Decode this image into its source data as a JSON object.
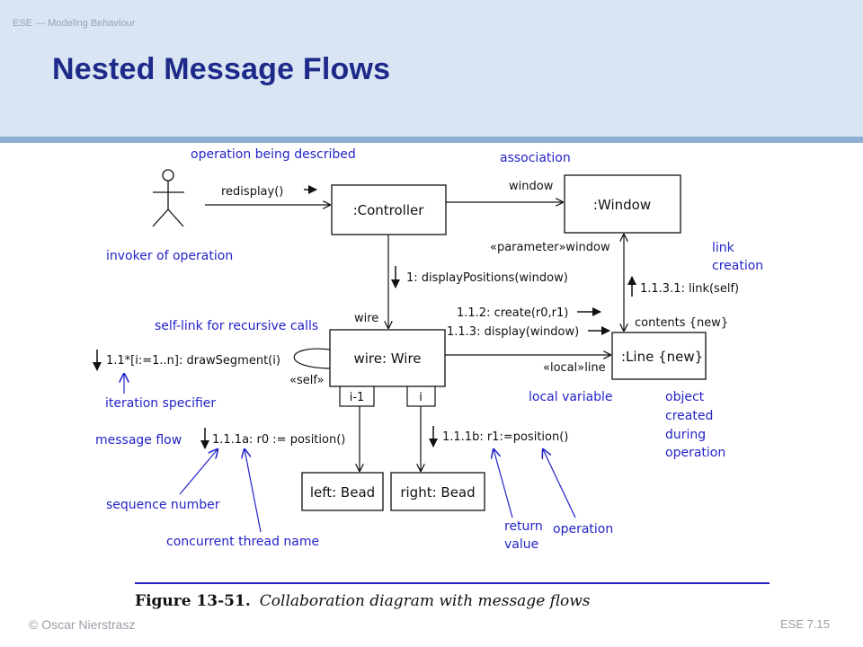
{
  "slide": {
    "course": "ESE — Modeling Behaviour",
    "title": "Nested Message Flows",
    "footer_left": "© Oscar Nierstrasz",
    "footer_right": "ESE 7.15"
  },
  "objects": {
    "controller": ":Controller",
    "window": ":Window",
    "wire": "wire: Wire",
    "line": ":Line",
    "line_tag": "{new}",
    "left_bead": "left: Bead",
    "right_bead": "right: Bead",
    "qualifier_left": "i-1",
    "qualifier_right": "i"
  },
  "messages": {
    "redisplay": "redisplay()",
    "display_positions": "1: displayPositions(window)",
    "draw_segment": "1.1*[i:=1..n]: drawSegment(i)",
    "position_a": "1.1.1a: r0 := position()",
    "position_b": "1.1.1b: r1:=position()",
    "create": "1.1.2: create(r0,r1)",
    "display": "1.1.3: display(window)",
    "link_self": "1.1.3.1: link(self)"
  },
  "link_labels": {
    "window_role": "window",
    "parameter_window": "«parameter»window",
    "wire_role": "wire",
    "self_stereotype": "«self»",
    "local_line": "«local»line",
    "contents_new": "contents {new}"
  },
  "annotations": {
    "operation_described": "operation being described",
    "association": "association",
    "invoker": "invoker of operation",
    "link_creation_1": "link",
    "link_creation_2": "creation",
    "self_link": "self-link for recursive calls",
    "iteration_specifier": "iteration specifier",
    "local_variable": "local variable",
    "object_created_1": "object",
    "object_created_2": "created",
    "object_created_3": "during",
    "object_created_4": "operation",
    "message_flow": "message flow",
    "sequence_number": "sequence number",
    "concurrent_thread": "concurrent thread name",
    "return_value_1": "return",
    "return_value_2": "value",
    "operation": "operation"
  },
  "caption": {
    "figure": "Figure 13-51.",
    "text": "Collaboration diagram with message flows"
  },
  "colors": {
    "annotation": "#2323c8",
    "title": "#1d2a8a",
    "header_band": "#d9e5f3",
    "header_rule": "#8eaed4"
  }
}
